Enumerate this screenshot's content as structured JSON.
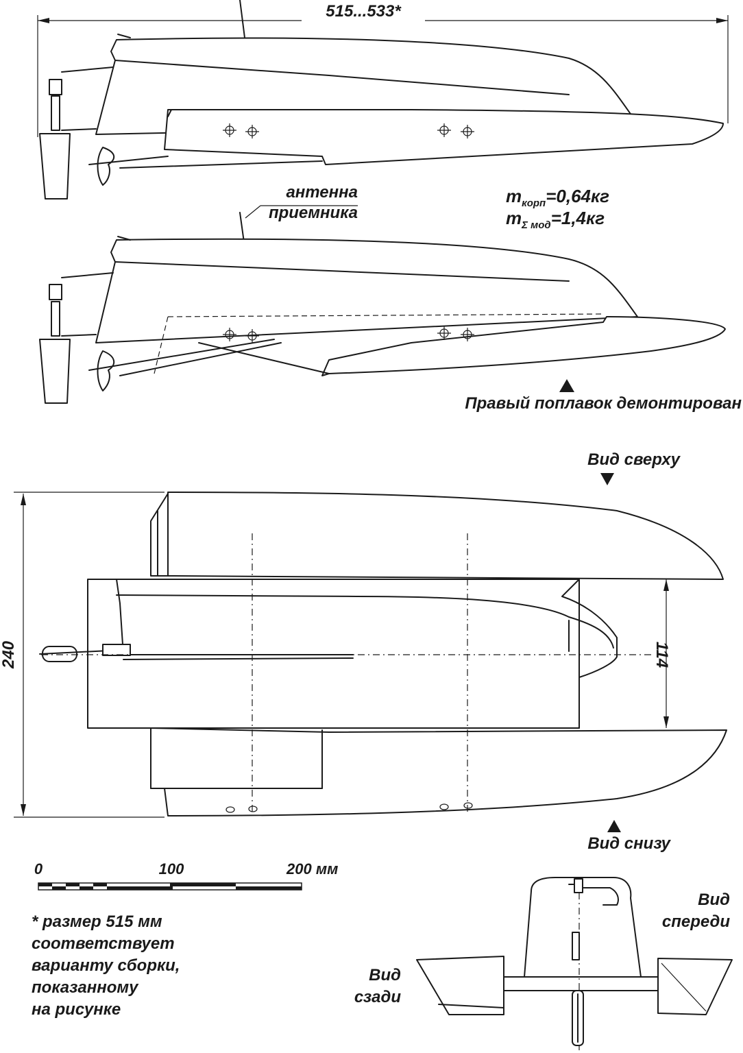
{
  "labels": {
    "overall_length": "515...533*",
    "antenna_line1": "антенна",
    "antenna_line2": "приемника",
    "mass_hull": "m",
    "mass_hull_sub": "корп",
    "mass_hull_value": "=0,64кг",
    "mass_total": "m",
    "mass_total_sub": "Σ мод",
    "mass_total_value": "=1,4кг",
    "float_removed": "Правый поплавок демонтирован",
    "top_view": "Вид сверху",
    "bottom_view": "Вид снизу",
    "front_view_line1": "Вид",
    "front_view_line2": "спереди",
    "rear_view_line1": "Вид",
    "rear_view_line2": "сзади",
    "width_dim": "240",
    "gap_dim": "114",
    "scale_0": "0",
    "scale_100": "100",
    "scale_200": "200 мм",
    "note_line1": "* размер 515 мм",
    "note_line2": "соответствует",
    "note_line3": "варианту сборки,",
    "note_line4": "показанному",
    "note_line5": "на рисунке"
  }
}
